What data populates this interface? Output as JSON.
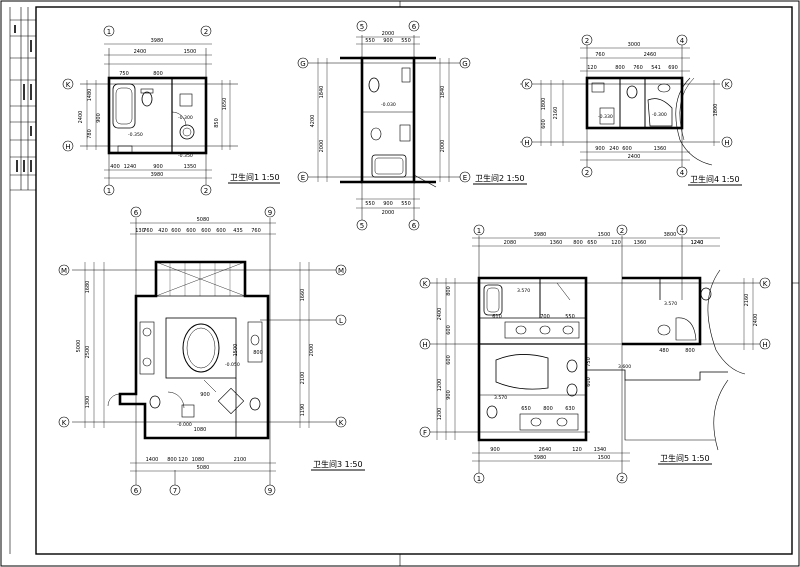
{
  "titles": {
    "t1": "卫生间1  1:50",
    "t2": "卫生间2  1:50",
    "t3": "卫生间3  1:50",
    "t4": "卫生间4  1:50",
    "t5": "卫生间5  1:50"
  },
  "plan1": {
    "axes": {
      "a1": "1",
      "a2": "2",
      "aK": "K",
      "aH": "H",
      "b1": "1",
      "b2": "2"
    },
    "dims": {
      "top_total": "3980",
      "top_a": "2400",
      "top_b": "1500",
      "top_c": "750",
      "top_d": "800",
      "left_a": "1480",
      "left_b": "2400",
      "left_c": "780",
      "left_d": "900",
      "right_a": "1650",
      "right_b": "850",
      "bot_a": "1240",
      "bot_b": "900",
      "bot_c": "1350",
      "bot_d": "3980",
      "bot_e": "400"
    },
    "levels": {
      "l1": "-0.350",
      "l2": "-0.300",
      "l3": "-0.350"
    }
  },
  "plan2": {
    "axes": {
      "t5": "5",
      "t6": "6",
      "b5": "5",
      "b6": "6",
      "lG": "G",
      "rG": "G",
      "lE": "E",
      "rE": "E"
    },
    "dims": {
      "top_total": "2000",
      "top_a": "550",
      "top_b": "900",
      "top_c": "550",
      "left_a": "1840",
      "left_b": "4200",
      "left_c": "2000",
      "right_a": "1840",
      "right_b": "2000",
      "bot_total": "2000",
      "bot_a": "550",
      "bot_b": "900",
      "bot_c": "550"
    },
    "levels": {
      "l1": "-0.030"
    }
  },
  "plan3": {
    "axes": {
      "t6": "6",
      "t9": "9",
      "b6": "6",
      "b7": "7",
      "b9": "9",
      "lM": "M",
      "rM": "M",
      "rL": "L",
      "lK": "K",
      "rK": "K"
    },
    "dims": {
      "top_total": "5080",
      "top_a": "760",
      "top_b": "420",
      "top_c": "600",
      "top_d": "600",
      "top_e": "600",
      "top_f": "600",
      "top_g": "435",
      "top_h": "760",
      "top_i": "130",
      "left_a": "1680",
      "left_b": "5000",
      "left_c": "2500",
      "left_d": "1300",
      "right_a": "1660",
      "right_b": "2000",
      "right_c": "2100",
      "right_d": "1190",
      "bot_a": "1400",
      "bot_b": "800",
      "bot_c": "120",
      "bot_d": "1080",
      "bot_e": "2100",
      "bot_f": "5080",
      "inner_a": "900",
      "inner_b": "1080",
      "inner_c": "1500",
      "inner_d": "800"
    },
    "levels": {
      "l1": "-0.050",
      "l2": "-0.000"
    }
  },
  "plan4": {
    "axes": {
      "t2": "2",
      "t4": "4",
      "b2": "2",
      "b4": "4",
      "lK": "K",
      "rK": "K",
      "lH": "H",
      "rH": "H"
    },
    "dims": {
      "top_total": "3000",
      "top_a": "760",
      "top_b": "2460",
      "top_c": "800",
      "top_d": "760",
      "top_e": "541",
      "top_f": "690",
      "top_g": "120",
      "left_a": "1800",
      "left_b": "600",
      "left_c": "2160",
      "right_a": "1800",
      "bot_a": "900",
      "bot_b": "240",
      "bot_c": "1360",
      "bot_d": "2400",
      "bot_e": "600"
    },
    "levels": {
      "l1": "-0.330",
      "l2": "-0.300"
    }
  },
  "plan5": {
    "axes": {
      "t1": "1",
      "t2": "2",
      "t4": "4",
      "b1": "1",
      "b2": "2",
      "lK": "K",
      "rK": "K",
      "lH": "H",
      "rH": "H",
      "lF": "F"
    },
    "dims": {
      "top_a": "3980",
      "top_b": "1500",
      "top_c": "3800",
      "top_d": "2080",
      "top_e": "1360",
      "top_f": "800",
      "top_g": "650",
      "top_h": "1360",
      "top_i": "1240",
      "top_j": "120",
      "left_a": "800",
      "left_b": "2400",
      "left_c": "1200",
      "left_d": "1200",
      "left_e": "600",
      "left_f": "600",
      "left_g": "900",
      "right_a": "2160",
      "right_b": "2400",
      "bot_a": "900",
      "bot_b": "2640",
      "bot_c": "120",
      "bot_d": "1340",
      "bot_e": "3980",
      "bot_f": "1500",
      "in_a": "610",
      "in_b": "700",
      "in_c": "550",
      "in_d": "750",
      "in_e": "600",
      "in_f": "650",
      "in_g": "800",
      "in_h": "630",
      "in_i": "480",
      "in_j": "800",
      "in_k": "1240"
    },
    "levels": {
      "l1": "3.570",
      "l2": "3.570",
      "l3": "3.570",
      "l4": "3.600"
    }
  }
}
